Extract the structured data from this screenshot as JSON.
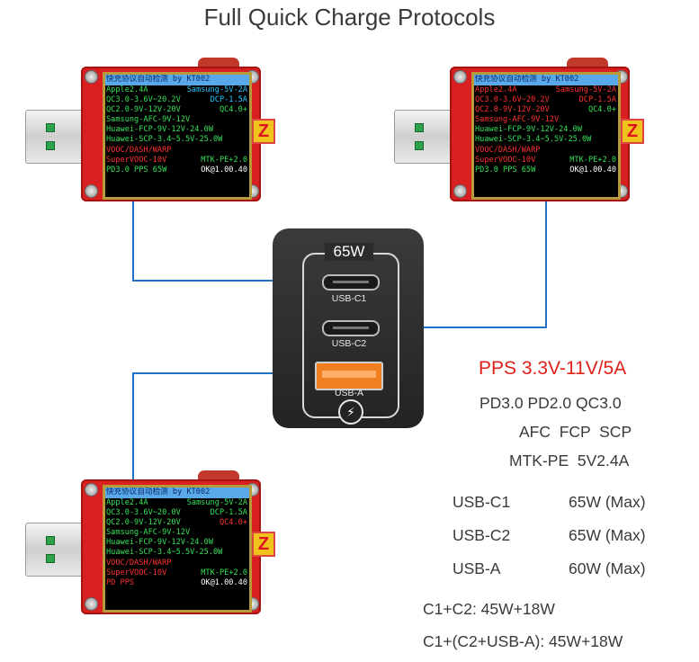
{
  "title": "Full Quick Charge Protocols",
  "testers": [
    {
      "header": "快充协议自动检测 by KT002",
      "lines": [
        {
          "a": "Apple2.4A",
          "b": "Samsung-5V-2A",
          "ca": "green",
          "cb": "cyan"
        },
        {
          "a": "QC3.0-3.6V~20.2V",
          "b": "DCP-1.5A",
          "ca": "green",
          "cb": "cyan"
        },
        {
          "a": "QC2.0-9V-12V-20V",
          "b": "QC4.0+",
          "ca": "green",
          "cb": "green"
        },
        {
          "a": "Samsung-AFC-9V-12V",
          "b": "",
          "ca": "green",
          "cb": "green"
        },
        {
          "a": "Huawei-FCP-9V-12V-24.0W",
          "b": "",
          "ca": "green",
          "cb": "green"
        },
        {
          "a": "Huawei-SCP-3.4~5.5V-25.0W",
          "b": "",
          "ca": "green",
          "cb": "green"
        },
        {
          "a": "VOOC/DASH/WARP",
          "b": "",
          "ca": "red",
          "cb": "red"
        },
        {
          "a": "SuperVOOC-10V",
          "b": "MTK-PE+2.0",
          "ca": "red",
          "cb": "green"
        },
        {
          "a": "PD3.0 PPS 65W",
          "b": "OK@1.00.40",
          "ca": "green",
          "cb": "white"
        }
      ]
    },
    {
      "header": "快充协议自动检测 by KT002",
      "lines": [
        {
          "a": "Apple2.4A",
          "b": "Samsung-5V-2A",
          "ca": "red",
          "cb": "red"
        },
        {
          "a": "QC3.0-3.6V~20.2V",
          "b": "DCP-1.5A",
          "ca": "red",
          "cb": "red"
        },
        {
          "a": "QC2.0-9V-12V-20V",
          "b": "QC4.0+",
          "ca": "red",
          "cb": "green"
        },
        {
          "a": "Samsung-AFC-9V-12V",
          "b": "",
          "ca": "red",
          "cb": "red"
        },
        {
          "a": "Huawei-FCP-9V-12V-24.0W",
          "b": "",
          "ca": "green",
          "cb": "green"
        },
        {
          "a": "Huawei-SCP-3.4~5.5V-25.0W",
          "b": "",
          "ca": "green",
          "cb": "green"
        },
        {
          "a": "VOOC/DASH/WARP",
          "b": "",
          "ca": "red",
          "cb": "red"
        },
        {
          "a": "SuperVOOC-10V",
          "b": "MTK-PE+2.0",
          "ca": "red",
          "cb": "green"
        },
        {
          "a": "PD3.0 PPS 65W",
          "b": "OK@1.00.40",
          "ca": "green",
          "cb": "white"
        }
      ]
    },
    {
      "header": "快充协议自动检测 by KT002",
      "lines": [
        {
          "a": "Apple2.4A",
          "b": "Samsung-5V-2A",
          "ca": "green",
          "cb": "green"
        },
        {
          "a": "QC3.0-3.6V~20.0V",
          "b": "DCP-1.5A",
          "ca": "green",
          "cb": "green"
        },
        {
          "a": "QC2.0-9V-12V-20V",
          "b": "QC4.0+",
          "ca": "green",
          "cb": "red"
        },
        {
          "a": "Samsung-AFC-9V-12V",
          "b": "",
          "ca": "green",
          "cb": "green"
        },
        {
          "a": "Huawei-FCP-9V-12V-24.0W",
          "b": "",
          "ca": "green",
          "cb": "green"
        },
        {
          "a": "Huawei-SCP-3.4~5.5V-25.0W",
          "b": "",
          "ca": "green",
          "cb": "green"
        },
        {
          "a": "VOOC/DASH/WARP",
          "b": "",
          "ca": "red",
          "cb": "red"
        },
        {
          "a": "SuperVOOC-10V",
          "b": "MTK-PE+2.0",
          "ca": "red",
          "cb": "green"
        },
        {
          "a": "PD PPS",
          "b": "OK@1.00.40",
          "ca": "red",
          "cb": "white"
        }
      ]
    }
  ],
  "charger": {
    "wattage": "65W",
    "port1": "USB-C1",
    "port2": "USB-C2",
    "port3": "USB-A",
    "bolt": "⚡"
  },
  "specs": {
    "pps": "PPS 3.3V-11V/5A",
    "line1": "PD3.0 PD2.0 QC3.0",
    "line2": "AFC  FCP  SCP",
    "line3": "MTK-PE  5V2.4A",
    "ports": [
      {
        "name": "USB-C1",
        "power": "65W (Max)"
      },
      {
        "name": "USB-C2",
        "power": "65W (Max)"
      },
      {
        "name": "USB-A",
        "power": "60W (Max)"
      }
    ],
    "combo1": "C1+C2: 45W+18W",
    "combo2": "C1+(C2+USB-A): 45W+18W"
  },
  "colors": {
    "wire": "#1e73c9",
    "charger": "#2a2a2a",
    "tester": "#d92020",
    "highlight": "#e0201a"
  }
}
